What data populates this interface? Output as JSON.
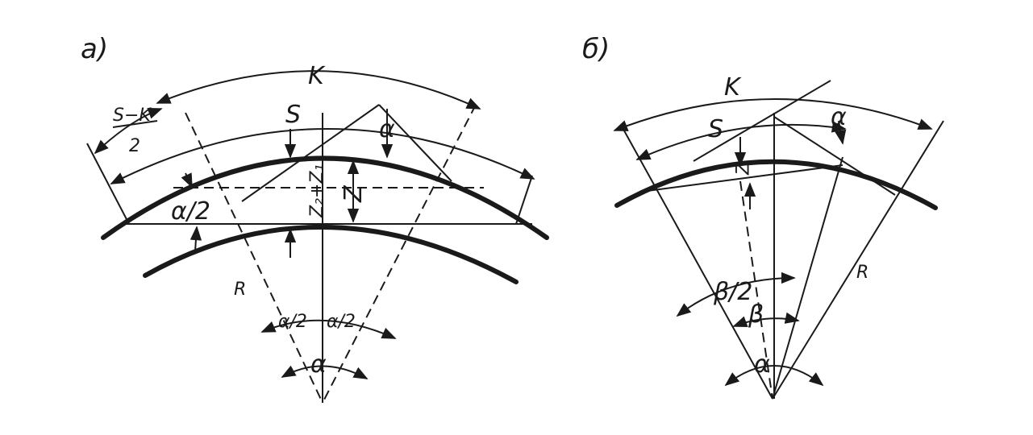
{
  "panels": {
    "a": {
      "caption": "a)",
      "labels": {
        "K": "K",
        "S": "S",
        "S_minus_K": "S−K",
        "two": "2",
        "alpha_half_left": "α/2",
        "z_sum": "Z₂+Z₁",
        "Z": "Z",
        "alpha": "α",
        "R": "R",
        "alpha_half_bottom_left": "α/2",
        "alpha_half_bottom_right": "α/2",
        "alpha_bottom": "α"
      }
    },
    "b": {
      "caption": "б)",
      "labels": {
        "K": "K",
        "S": "S",
        "alpha_top": "α",
        "Z": "Z",
        "R": "R",
        "beta_half": "β/2",
        "beta": "β",
        "alpha_bottom": "α"
      }
    }
  }
}
